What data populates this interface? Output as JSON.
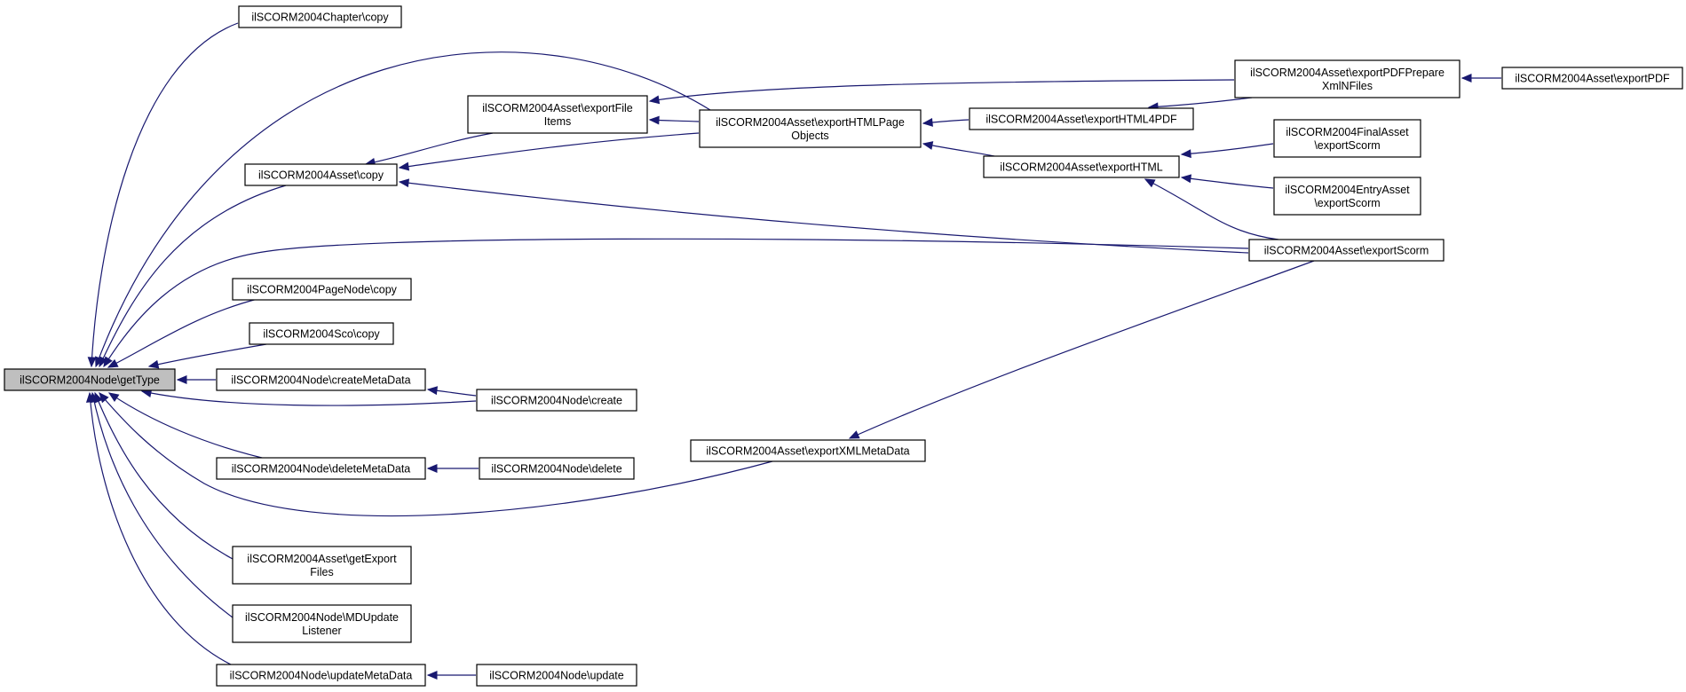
{
  "graph": {
    "root": "getType",
    "colors": {
      "edge": "#191970",
      "root_fill": "#bfbfbf",
      "node_fill": "#ffffff",
      "border": "#000000"
    },
    "nodes": [
      {
        "id": "getType",
        "lines": [
          "ilSCORM2004Node\\getType"
        ]
      },
      {
        "id": "chapterCopy",
        "lines": [
          "ilSCORM2004Chapter\\copy"
        ]
      },
      {
        "id": "assetCopy",
        "lines": [
          "ilSCORM2004Asset\\copy"
        ]
      },
      {
        "id": "pageNodeCopy",
        "lines": [
          "ilSCORM2004PageNode\\copy"
        ]
      },
      {
        "id": "scoCopy",
        "lines": [
          "ilSCORM2004Sco\\copy"
        ]
      },
      {
        "id": "createMetaData",
        "lines": [
          "ilSCORM2004Node\\createMetaData"
        ]
      },
      {
        "id": "deleteMetaData",
        "lines": [
          "ilSCORM2004Node\\deleteMetaData"
        ]
      },
      {
        "id": "getExportFiles",
        "lines": [
          "ilSCORM2004Asset\\getExport",
          "Files"
        ]
      },
      {
        "id": "mdUpdateListener",
        "lines": [
          "ilSCORM2004Node\\MDUpdate",
          "Listener"
        ]
      },
      {
        "id": "updateMetaData",
        "lines": [
          "ilSCORM2004Node\\updateMetaData"
        ]
      },
      {
        "id": "exportFileItems",
        "lines": [
          "ilSCORM2004Asset\\exportFile",
          "Items"
        ]
      },
      {
        "id": "exportHTMLPageObjects",
        "lines": [
          "ilSCORM2004Asset\\exportHTMLPage",
          "Objects"
        ]
      },
      {
        "id": "nodeCreate",
        "lines": [
          "ilSCORM2004Node\\create"
        ]
      },
      {
        "id": "nodeDelete",
        "lines": [
          "ilSCORM2004Node\\delete"
        ]
      },
      {
        "id": "nodeUpdate",
        "lines": [
          "ilSCORM2004Node\\update"
        ]
      },
      {
        "id": "exportXMLMetaData",
        "lines": [
          "ilSCORM2004Asset\\exportXMLMetaData"
        ]
      },
      {
        "id": "exportHTML4PDF",
        "lines": [
          "ilSCORM2004Asset\\exportHTML4PDF"
        ]
      },
      {
        "id": "exportHTML",
        "lines": [
          "ilSCORM2004Asset\\exportHTML"
        ]
      },
      {
        "id": "exportPDFPrepare",
        "lines": [
          "ilSCORM2004Asset\\exportPDFPrepare",
          "XmlNFiles"
        ]
      },
      {
        "id": "exportPDF",
        "lines": [
          "ilSCORM2004Asset\\exportPDF"
        ]
      },
      {
        "id": "finalAssetExportScorm",
        "lines": [
          "ilSCORM2004FinalAsset",
          "\\exportScorm"
        ]
      },
      {
        "id": "entryAssetExportScorm",
        "lines": [
          "ilSCORM2004EntryAsset",
          "\\exportScorm"
        ]
      },
      {
        "id": "assetExportScorm",
        "lines": [
          "ilSCORM2004Asset\\exportScorm"
        ]
      }
    ],
    "edges": [
      {
        "from": "chapterCopy",
        "to": "getType"
      },
      {
        "from": "exportHTMLPageObjects",
        "to": "getType"
      },
      {
        "from": "assetCopy",
        "to": "getType"
      },
      {
        "from": "assetExportScorm",
        "to": "getType"
      },
      {
        "from": "pageNodeCopy",
        "to": "getType"
      },
      {
        "from": "scoCopy",
        "to": "getType"
      },
      {
        "from": "createMetaData",
        "to": "getType"
      },
      {
        "from": "nodeCreate",
        "to": "getType"
      },
      {
        "from": "deleteMetaData",
        "to": "getType"
      },
      {
        "from": "exportXMLMetaData",
        "to": "getType"
      },
      {
        "from": "getExportFiles",
        "to": "getType"
      },
      {
        "from": "mdUpdateListener",
        "to": "getType"
      },
      {
        "from": "updateMetaData",
        "to": "getType"
      },
      {
        "from": "exportFileItems",
        "to": "assetCopy"
      },
      {
        "from": "exportHTMLPageObjects",
        "to": "assetCopy"
      },
      {
        "from": "assetExportScorm",
        "to": "assetCopy"
      },
      {
        "from": "nodeCreate",
        "to": "createMetaData"
      },
      {
        "from": "nodeDelete",
        "to": "deleteMetaData"
      },
      {
        "from": "nodeUpdate",
        "to": "updateMetaData"
      },
      {
        "from": "exportHTMLPageObjects",
        "to": "exportFileItems"
      },
      {
        "from": "exportPDFPrepare",
        "to": "exportFileItems"
      },
      {
        "from": "exportHTML4PDF",
        "to": "exportHTMLPageObjects"
      },
      {
        "from": "exportHTML",
        "to": "exportHTMLPageObjects"
      },
      {
        "from": "assetExportScorm",
        "to": "exportXMLMetaData"
      },
      {
        "from": "exportPDFPrepare",
        "to": "exportHTML4PDF"
      },
      {
        "from": "finalAssetExportScorm",
        "to": "exportHTML"
      },
      {
        "from": "entryAssetExportScorm",
        "to": "exportHTML"
      },
      {
        "from": "assetExportScorm",
        "to": "exportHTML"
      },
      {
        "from": "exportPDF",
        "to": "exportPDFPrepare"
      }
    ]
  }
}
